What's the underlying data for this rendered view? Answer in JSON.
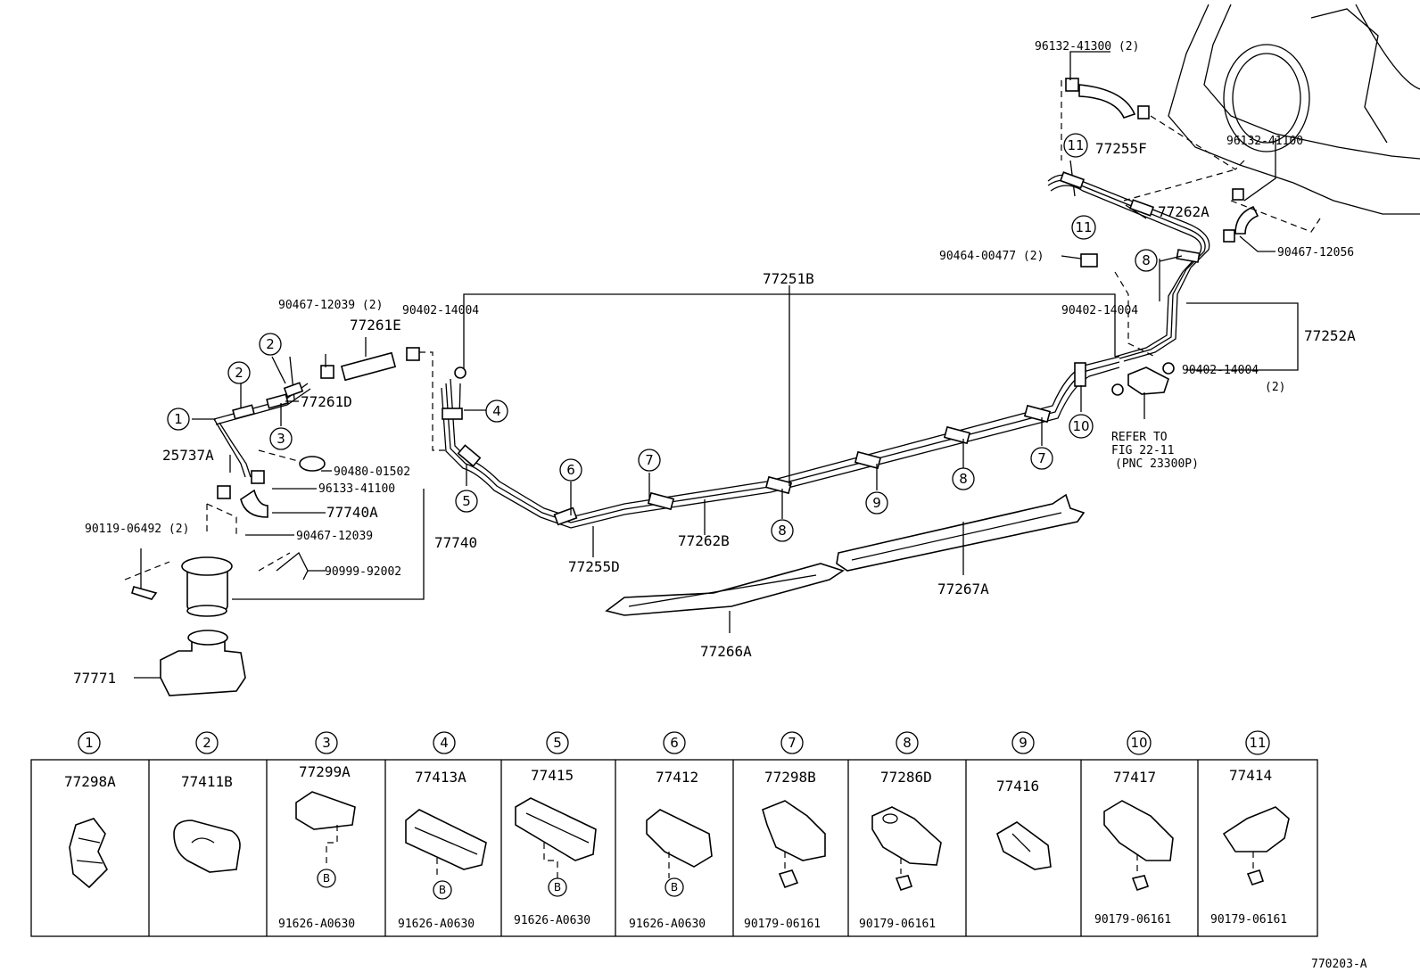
{
  "diagram_id": "770203-A",
  "callouts": {
    "c1": "1",
    "c2": "2",
    "c3": "3",
    "c4": "4",
    "c5": "5",
    "c6": "6",
    "c7": "7",
    "c8": "8",
    "c9": "9",
    "c10": "10",
    "c11": "11",
    "cB": "B"
  },
  "labels": {
    "p96132_41300": "96132-41300 (2)",
    "p77255F": "77255F",
    "p96132_41100": "96132-41100",
    "p77262A": "77262A",
    "p90467_12056": "90467-12056",
    "p90464_00477": "90464-00477 (2)",
    "p77251B": "77251B",
    "p90402_14004_a": "90402-14004",
    "p90402_14004_b": "90402-14004",
    "p77252A": "77252A",
    "p90402_14004_c": "90402-14004",
    "p90402_14004_c2": "(2)",
    "refer1": "REFER TO",
    "refer2": "FIG 22-11",
    "refer3": "(PNC 23300P)",
    "p90467_12039_2": "90467-12039 (2)",
    "p77261E": "77261E",
    "p77261D": "77261D",
    "p25737A": "25737A",
    "p90480_01502": "90480-01502",
    "p96133_41100": "96133-41100",
    "p77740A": "77740A",
    "p90467_12039": "90467-12039",
    "p77740": "77740",
    "p90119_06492": "90119-06492 (2)",
    "p90999_92002": "90999-92002",
    "p77771": "77771",
    "p77255D": "77255D",
    "p77262B": "77262B",
    "p77267A": "77267A",
    "p77266A": "77266A"
  },
  "legend": [
    {
      "num": "1",
      "part": "77298A",
      "bolt": ""
    },
    {
      "num": "2",
      "part": "77411B",
      "bolt": ""
    },
    {
      "num": "3",
      "part": "77299A",
      "bolt": "91626-A0630"
    },
    {
      "num": "4",
      "part": "77413A",
      "bolt": "91626-A0630"
    },
    {
      "num": "5",
      "part": "77415",
      "bolt": "91626-A0630"
    },
    {
      "num": "6",
      "part": "77412",
      "bolt": "91626-A0630"
    },
    {
      "num": "7",
      "part": "77298B",
      "bolt": "90179-06161"
    },
    {
      "num": "8",
      "part": "77286D",
      "bolt": "90179-06161"
    },
    {
      "num": "9",
      "part": "77416",
      "bolt": ""
    },
    {
      "num": "10",
      "part": "77417",
      "bolt": "90179-06161"
    },
    {
      "num": "11",
      "part": "77414",
      "bolt": "90179-06161"
    }
  ]
}
